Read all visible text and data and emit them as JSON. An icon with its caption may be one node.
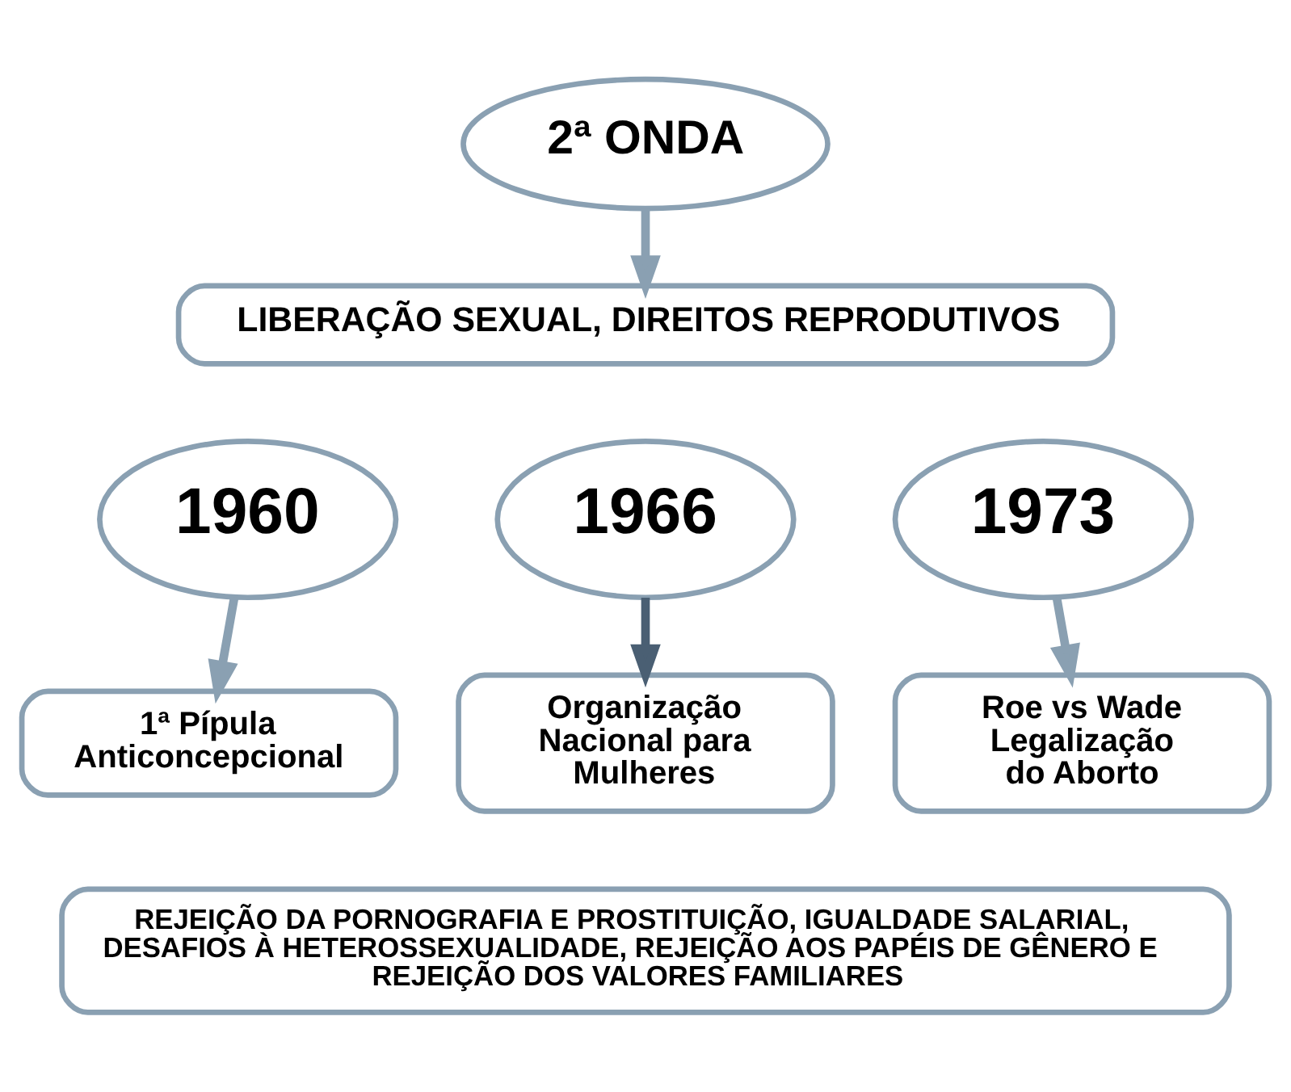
{
  "diagram": {
    "nodes": [
      {
        "text": [
          "2ª ONDA"
        ]
      },
      {
        "text": [
          "LIBERAÇÃO SEXUAL, DIREITOS REPRODUTIVOS"
        ]
      },
      {
        "text": [
          "1960"
        ]
      },
      {
        "text": [
          "1966"
        ]
      },
      {
        "text": [
          "1973"
        ]
      },
      {
        "text": [
          "1ª Pípula Anticoncepcional"
        ]
      },
      {
        "text": [
          "Organização Nacional para Mulheres"
        ]
      },
      {
        "text": [
          "Roe vs Wade Legalização do Aborto"
        ]
      },
      {
        "text": [
          "REJEIÇÃO DA PORNOGRAFIA E PROSTITUIÇÃO, IGUALDADE SALARIAL, DESAFIOS À HETEROSSEXUALIDADE, REJEIÇÃO AOS PAPÉIS DE GÊNERO E REJEIÇÃO DOS VALORES FAMILIARES"
        ]
      }
    ],
    "edges": [
      {
        "from": 0,
        "to": 1,
        "arrow": "to"
      },
      {
        "from": 2,
        "to": 5,
        "arrow": "to"
      },
      {
        "from": 3,
        "to": 6,
        "arrow": "to",
        "color": "#4a5f73"
      },
      {
        "from": 4,
        "to": 7,
        "arrow": "to"
      }
    ]
  }
}
